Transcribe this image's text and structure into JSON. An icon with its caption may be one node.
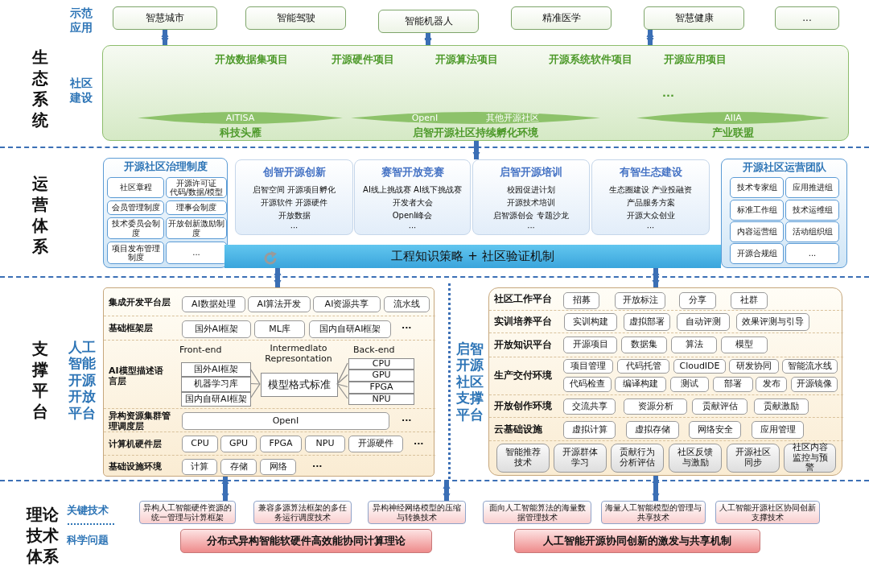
{
  "diagram": {
    "nodes": [
      {
        "text": [
          "生态系统"
        ]
      },
      {
        "text": [
          "智慧城市"
        ],
        "in": 0
      },
      {
        "text": [
          "智能驾驶"
        ],
        "in": 0
      },
      {
        "text": [
          "智能机器人"
        ],
        "in": 0
      },
      {
        "text": [
          "精准医学"
        ],
        "in": 0
      },
      {
        "text": [
          "智慧健康"
        ],
        "in": 0
      },
      {
        "text": [
          "..."
        ],
        "in": 0
      },
      {
        "text": [
          "开放数据集项目",
          "开源硬件项目",
          "开源算法项目",
          "开源系统软件项目",
          "开源应用项目",
          "···"
        ],
        "in": 0
      },
      {
        "text": [
          "AITISA"
        ],
        "in": 7,
        "beside": [
          "科技头雁"
        ]
      },
      {
        "text": [
          "OpenI",
          "其他开源社区"
        ],
        "in": 7,
        "beside": [
          "启智开源社区持续孵化环境"
        ]
      },
      {
        "text": [
          "AIIA"
        ],
        "in": 7,
        "beside": [
          "产业联盟"
        ]
      },
      {
        "text": [
          "运营体系"
        ]
      },
      {
        "text": [
          "开源社区治理制度"
        ],
        "in": 11
      },
      {
        "text": [
          "社区章程"
        ],
        "in": 12
      },
      {
        "text": [
          "开源许可证",
          "代码/数据/模型"
        ],
        "in": 12
      },
      {
        "text": [
          "会员管理制度"
        ],
        "in": 12
      },
      {
        "text": [
          "理事会制度"
        ],
        "in": 12
      },
      {
        "text": [
          "技术委员会制度"
        ],
        "in": 12
      },
      {
        "text": [
          "开放创新激励制度"
        ],
        "in": 12
      },
      {
        "text": [
          "项目发布管理制度"
        ],
        "in": 12
      },
      {
        "text": [
          "..."
        ],
        "in": 12
      },
      {
        "text": [
          "创智开源创新",
          "启智空间 开源项目孵化",
          "开源软件 开源硬件",
          "开放数据",
          "···"
        ],
        "in": 11
      },
      {
        "text": [
          "赛智开放竞赛",
          "AI线上挑战赛 AI线下挑战赛",
          "开发者大会",
          "OpenI峰会",
          "···"
        ],
        "in": 11
      },
      {
        "text": [
          "启智开源培训",
          "校园促进计划",
          "开源技术培训",
          "启智源创会 专题沙龙",
          "···"
        ],
        "in": 11
      },
      {
        "text": [
          "有智生态建设",
          "生态圈建设 产业投融资",
          "产品服务方案",
          "开源大众创业",
          "···"
        ],
        "in": 11
      },
      {
        "text": [
          "工程知识策略 + 社区验证机制"
        ],
        "in": 11
      },
      {
        "text": [
          "开源社区运营团队"
        ],
        "in": 11
      },
      {
        "text": [
          "技术专家组"
        ],
        "in": 26
      },
      {
        "text": [
          "应用推进组"
        ],
        "in": 26
      },
      {
        "text": [
          "标准工作组"
        ],
        "in": 26
      },
      {
        "text": [
          "技术运维组"
        ],
        "in": 26
      },
      {
        "text": [
          "内容运营组"
        ],
        "in": 26
      },
      {
        "text": [
          "活动组织组"
        ],
        "in": 26
      },
      {
        "text": [
          "开源合规组"
        ],
        "in": 26
      },
      {
        "text": [
          "..."
        ],
        "in": 26
      },
      {
        "text": [
          "支撑平台"
        ]
      },
      {
        "text": [
          "人工智能开源开放平台"
        ],
        "in": 35
      },
      {
        "text": [
          "集成开发平台层"
        ],
        "in": 36
      },
      {
        "text": [
          "AI数据处理"
        ],
        "in": 37
      },
      {
        "text": [
          "AI算法开发"
        ],
        "in": 37
      },
      {
        "text": [
          "AI资源共享"
        ],
        "in": 37
      },
      {
        "text": [
          "流水线"
        ],
        "in": 37
      },
      {
        "text": [
          "基础框架层",
          "···"
        ],
        "in": 36
      },
      {
        "text": [
          "国外AI框架"
        ],
        "in": 42
      },
      {
        "text": [
          "ML库"
        ],
        "in": 42
      },
      {
        "text": [
          "国内自研AI框架"
        ],
        "in": 42
      },
      {
        "text": [
          "AI模型描述语言层",
          "Front-end",
          "Intermedlato Represontation",
          "Back-end"
        ],
        "in": 36
      },
      {
        "text": [
          "国外AI框架"
        ],
        "in": 46
      },
      {
        "text": [
          "机器学习库"
        ],
        "in": 46
      },
      {
        "text": [
          "国内自研AI框架"
        ],
        "in": 46
      },
      {
        "text": [
          "模型格式标准"
        ],
        "in": 46
      },
      {
        "text": [
          "CPU"
        ],
        "in": 46
      },
      {
        "text": [
          "GPU"
        ],
        "in": 46
      },
      {
        "text": [
          "FPGA"
        ],
        "in": 46
      },
      {
        "text": [
          "NPU"
        ],
        "in": 46
      },
      {
        "text": [
          "异构资源集群管理调度层",
          "···"
        ],
        "in": 36
      },
      {
        "text": [
          "OpenI"
        ],
        "in": 55
      },
      {
        "text": [
          "计算机硬件层",
          "···"
        ],
        "in": 36
      },
      {
        "text": [
          "CPU"
        ],
        "in": 57
      },
      {
        "text": [
          "GPU"
        ],
        "in": 57
      },
      {
        "text": [
          "FPGA"
        ],
        "in": 57
      },
      {
        "text": [
          "NPU"
        ],
        "in": 57
      },
      {
        "text": [
          "开源硬件"
        ],
        "in": 57
      },
      {
        "text": [
          "基础设施环境",
          "···"
        ],
        "in": 36
      },
      {
        "text": [
          "计算"
        ],
        "in": 63
      },
      {
        "text": [
          "存储"
        ],
        "in": 63
      },
      {
        "text": [
          "网络"
        ],
        "in": 63
      },
      {
        "text": [
          "启智开源社区支撑平台"
        ],
        "in": 35
      },
      {
        "text": [
          "社区工作平台"
        ],
        "in": 67
      },
      {
        "text": [
          "招募"
        ],
        "in": 68
      },
      {
        "text": [
          "开放标注"
        ],
        "in": 68
      },
      {
        "text": [
          "分享"
        ],
        "in": 68
      },
      {
        "text": [
          "社群"
        ],
        "in": 68
      },
      {
        "text": [
          "实训培养平台"
        ],
        "in": 67
      },
      {
        "text": [
          "实训构建"
        ],
        "in": 73
      },
      {
        "text": [
          "虚拟部署"
        ],
        "in": 73
      },
      {
        "text": [
          "自动评测"
        ],
        "in": 73
      },
      {
        "text": [
          "效果评测与引导"
        ],
        "in": 73
      },
      {
        "text": [
          "开放知识平台"
        ],
        "in": 67
      },
      {
        "text": [
          "开源项目"
        ],
        "in": 78
      },
      {
        "text": [
          "数据集"
        ],
        "in": 78
      },
      {
        "text": [
          "算法"
        ],
        "in": 78
      },
      {
        "text": [
          "模型"
        ],
        "in": 78
      },
      {
        "text": [
          "生产交付环境"
        ],
        "in": 67
      },
      {
        "text": [
          "项目管理"
        ],
        "in": 83
      },
      {
        "text": [
          "代码托管"
        ],
        "in": 83
      },
      {
        "text": [
          "CloudIDE"
        ],
        "in": 83
      },
      {
        "text": [
          "研发协同"
        ],
        "in": 83
      },
      {
        "text": [
          "智能流水线"
        ],
        "in": 83
      },
      {
        "text": [
          "代码检查"
        ],
        "in": 83
      },
      {
        "text": [
          "编译构建"
        ],
        "in": 83
      },
      {
        "text": [
          "测试"
        ],
        "in": 83
      },
      {
        "text": [
          "部署"
        ],
        "in": 83
      },
      {
        "text": [
          "发布"
        ],
        "in": 83
      },
      {
        "text": [
          "开源镜像"
        ],
        "in": 83
      },
      {
        "text": [
          "开放创作环境"
        ],
        "in": 67
      },
      {
        "text": [
          "交流共享"
        ],
        "in": 95
      },
      {
        "text": [
          "资源分析"
        ],
        "in": 95
      },
      {
        "text": [
          "贡献评估"
        ],
        "in": 95
      },
      {
        "text": [
          "贡献激励"
        ],
        "in": 95
      },
      {
        "text": [
          "云基础设施"
        ],
        "in": 67
      },
      {
        "text": [
          "虚拟计算"
        ],
        "in": 100
      },
      {
        "text": [
          "虚拟存储"
        ],
        "in": 100
      },
      {
        "text": [
          "网络安全"
        ],
        "in": 100
      },
      {
        "text": [
          "应用管理"
        ],
        "in": 100
      },
      {
        "text": [
          "智能推荐技术"
        ],
        "in": 67
      },
      {
        "text": [
          "开源群体学习"
        ],
        "in": 67
      },
      {
        "text": [
          "贡献行为分析评估"
        ],
        "in": 67
      },
      {
        "text": [
          "社区反馈与激励"
        ],
        "in": 67
      },
      {
        "text": [
          "开源社区同步"
        ],
        "in": 67
      },
      {
        "text": [
          "社区内容监控与预警"
        ],
        "in": 67
      },
      {
        "text": [
          "理论技术体系"
        ]
      },
      {
        "text": [
          "异构人工智能硬件资源的统一管理与计算框架"
        ],
        "in": 111
      },
      {
        "text": [
          "兼容多源算法框架的多任务运行调度技术"
        ],
        "in": 111
      },
      {
        "text": [
          "异构神经网络模型的压缩与转换技术"
        ],
        "in": 111
      },
      {
        "text": [
          "面向人工智能算法的海量数据管理技术"
        ],
        "in": 111
      },
      {
        "text": [
          "海量人工智能模型的管理与共享技术"
        ],
        "in": 111
      },
      {
        "text": [
          "人工智能开源社区协同创新支撑技术"
        ],
        "in": 111
      },
      {
        "text": [
          "分布式异构智能软硬件高效能协同计算理论"
        ],
        "in": 111
      },
      {
        "text": [
          "人工智能开源协同创新的激发与共享机制"
        ],
        "in": 111
      }
    ],
    "edges": [
      {
        "from": 1,
        "to": 7,
        "arrow": "both"
      },
      {
        "from": 3,
        "to": 7,
        "arrow": "both"
      },
      {
        "from": 5,
        "to": 7,
        "arrow": "both"
      },
      {
        "from": 7,
        "to": 23,
        "arrow": "both"
      },
      {
        "from": 25,
        "to": 36,
        "arrow": "both"
      },
      {
        "from": 25,
        "to": 67,
        "arrow": "both"
      },
      {
        "from": 36,
        "to": 112,
        "arrow": "both"
      },
      {
        "from": 35,
        "to": 114,
        "arrow": "both"
      },
      {
        "from": 67,
        "to": 116,
        "arrow": "both"
      },
      {
        "from": 47,
        "to": 50,
        "arrow": "none",
        "color": "#8c8c8c"
      },
      {
        "from": 48,
        "to": 50,
        "arrow": "none",
        "color": "#8c8c8c"
      },
      {
        "from": 49,
        "to": 50,
        "arrow": "none",
        "color": "#8c8c8c"
      },
      {
        "from": 50,
        "to": 51,
        "arrow": "none",
        "color": "#8c8c8c"
      },
      {
        "from": 50,
        "to": 52,
        "arrow": "none",
        "color": "#8c8c8c"
      },
      {
        "from": 50,
        "to": 53,
        "arrow": "none",
        "color": "#8c8c8c"
      },
      {
        "from": 50,
        "to": 54,
        "arrow": "none",
        "color": "#8c8c8c"
      }
    ],
    "labels": [
      "示范应用",
      "社区建设",
      "关键技术",
      "科学问题"
    ]
  }
}
